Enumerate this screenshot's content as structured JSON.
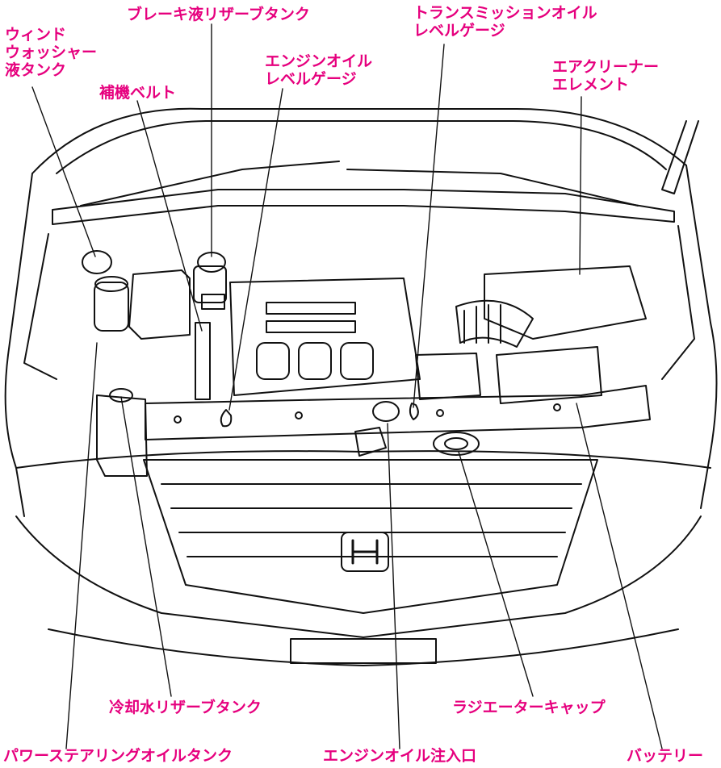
{
  "labels": {
    "washer_tank": [
      "ウィンド",
      "ウォッシャー",
      "液タンク"
    ],
    "brake_tank": "ブレーキ液リザーブタンク",
    "trans_gauge": [
      "トランスミッションオイル",
      "レベルゲージ"
    ],
    "oil_gauge": [
      "エンジンオイル",
      "レベルゲージ"
    ],
    "aux_belt": "補機ベルト",
    "air_cleaner": [
      "エアクリーナー",
      "エレメント"
    ],
    "coolant_tank": "冷却水リザーブタンク",
    "radiator_cap": "ラジエーターキャップ",
    "ps_tank": "パワーステアリングオイルタンク",
    "oil_filler": "エンジンオイル注入口",
    "battery": "バッテリー"
  },
  "colors": {
    "label": "#e6007e",
    "line": "#111111",
    "background": "#ffffff"
  },
  "logo": "H"
}
